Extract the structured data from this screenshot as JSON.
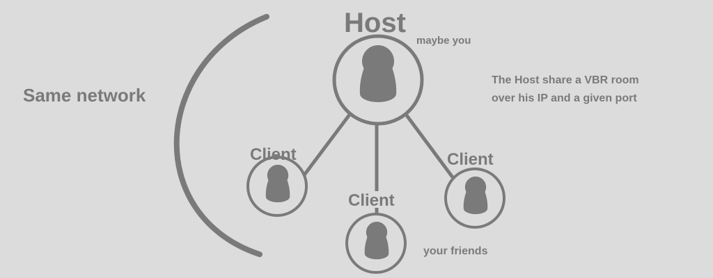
{
  "colors": {
    "background": "#dcdcdc",
    "ink": "#7a7a7a"
  },
  "host": {
    "title": "Host",
    "note": "maybe you"
  },
  "description": {
    "line1": "The Host share a VBR room",
    "line2": "over his IP and a given port"
  },
  "network_label": "Same network",
  "clients": [
    {
      "label": "Client"
    },
    {
      "label": "Client"
    },
    {
      "label": "Client"
    }
  ],
  "clients_note": "your friends"
}
